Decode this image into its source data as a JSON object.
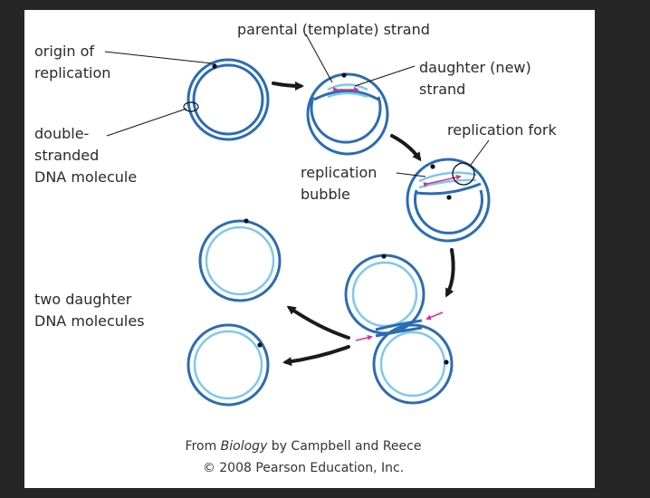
{
  "colors": {
    "background": "#262626",
    "panel": "#ffffff",
    "strand_dark": "#2b6cb3",
    "strand_light": "#7ec8ee",
    "daughter_arrow": "#d6338f",
    "arrow": "#1a1a1a",
    "text": "#2a2a2a"
  },
  "labels": {
    "parental_strand": "parental (template) strand",
    "origin_line1": "origin of",
    "origin_line2": "replication",
    "daughter_line1": "daughter (new)",
    "daughter_line2": "strand",
    "ds_line1": "double-",
    "ds_line2": "stranded",
    "ds_line3": "DNA molecule",
    "fork": "replication fork",
    "bubble_line1": "replication",
    "bubble_line2": "bubble",
    "two_line1": "two daughter",
    "two_line2": "DNA molecules"
  },
  "caption": {
    "prefix": "From ",
    "book": "Biology",
    "suffix": " by Campbell and Reece",
    "line2": "© 2008 Pearson Education, Inc."
  },
  "icons": {
    "process_arrow": "curved-arrow-icon",
    "origin_marker": "origin-dot-icon"
  }
}
